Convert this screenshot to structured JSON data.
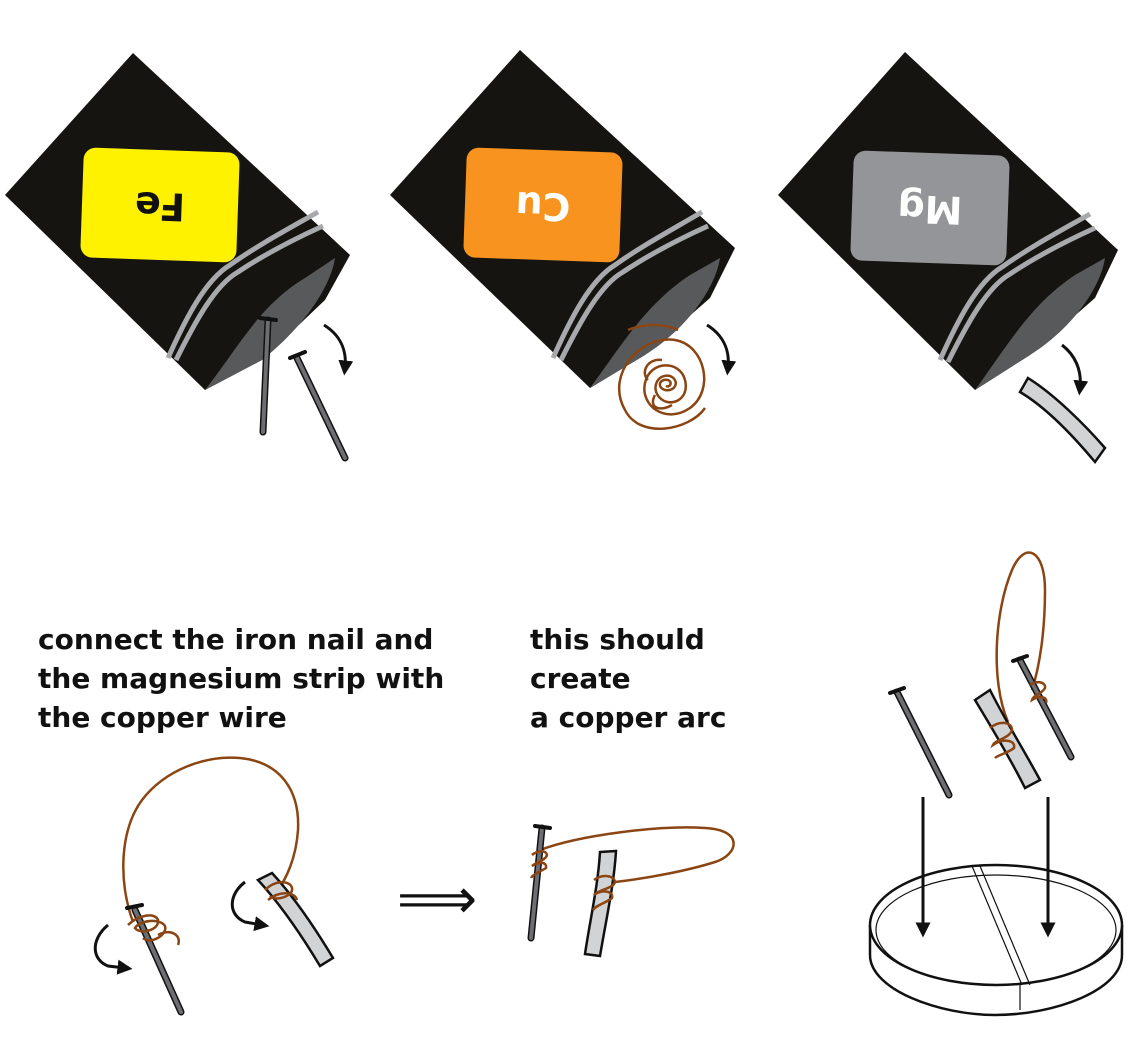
{
  "bags": [
    {
      "symbol": "Fe",
      "label_color": "#FFF200",
      "text_color": "#111111",
      "content": "iron-nails"
    },
    {
      "symbol": "Cu",
      "label_color": "#F7931E",
      "text_color": "#ffffff",
      "content": "copper-wire-coil"
    },
    {
      "symbol": "Mg",
      "label_color": "#939598",
      "text_color": "#ffffff",
      "content": "magnesium-strip"
    }
  ],
  "captions": {
    "connect": [
      "connect the iron nail and",
      "the magnesium strip with",
      "the copper wire"
    ],
    "result": [
      "this should",
      "create",
      "a copper arc"
    ]
  },
  "implies_symbol": "⟹",
  "colors": {
    "bag": "#161410",
    "bag_inner": "#58595b",
    "bag_zip": "#a7a9ac",
    "nail": "#6d6e71",
    "strip": "#d1d3d4",
    "copper": "#8b4513",
    "line": "#111111"
  }
}
